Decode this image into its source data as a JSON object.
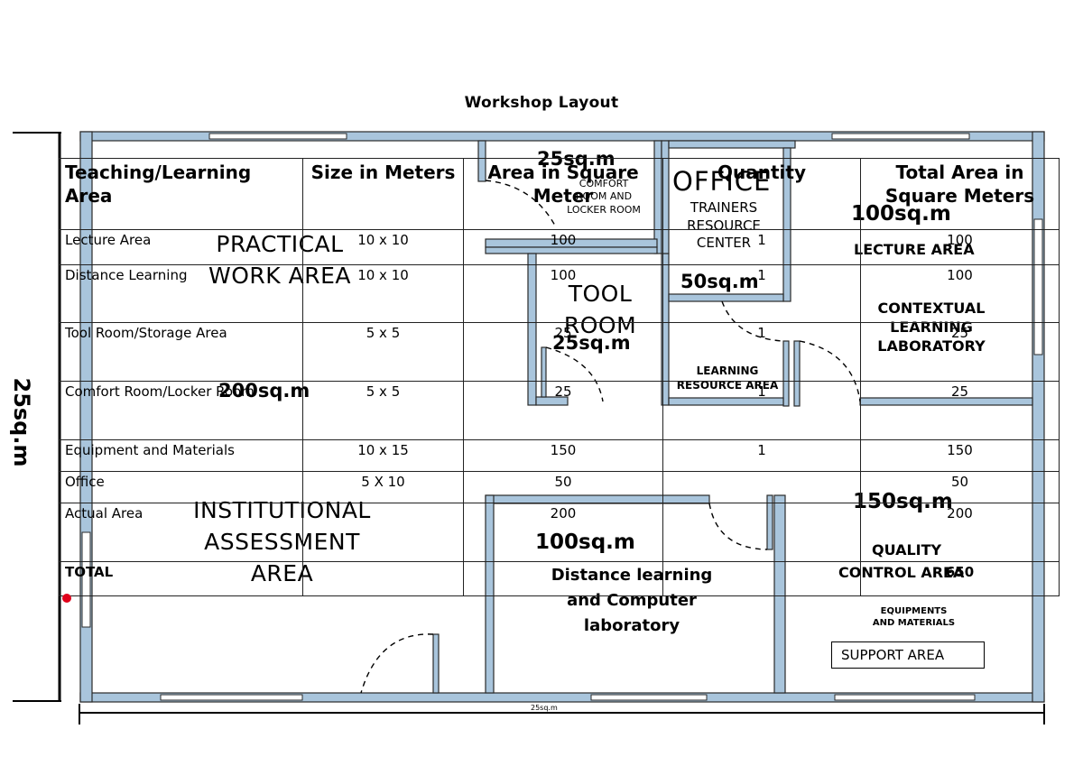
{
  "title": "Workshop Layout",
  "side_dimension": "25sq.m",
  "bottom_dimension": "25sq.m",
  "colors": {
    "wall": "#a9c5dc",
    "wall_outline": "#2a2a2a",
    "marker": "#e0001a"
  },
  "rooms": {
    "practical": {
      "line1": "PRACTICAL",
      "line2": "WORK AREA",
      "area": "200sq.m"
    },
    "comfort": {
      "area": "25sq.m",
      "line1": "COMFORT",
      "line2": "ROOM AND",
      "line3": "LOCKER ROOM"
    },
    "office": {
      "title": "OFFICE",
      "line1": "TRAINERS",
      "line2": "RESOURCE",
      "line3": "CENTER",
      "area": "50sq.m"
    },
    "tool": {
      "line1": "TOOL",
      "line2": "ROOM",
      "area": "25sq.m"
    },
    "learning_resource": {
      "line1": "LEARNING",
      "line2": "RESOURCE AREA"
    },
    "lecture": {
      "area": "100sq.m",
      "name": "LECTURE AREA"
    },
    "contextual": {
      "line1": "CONTEXTUAL",
      "line2": "LEARNING",
      "line3": "LABORATORY"
    },
    "institutional": {
      "line1": "INSTITUTIONAL",
      "line2": "ASSESSMENT",
      "line3": "AREA"
    },
    "distance": {
      "area": "100sq.m",
      "line1": "Distance learning",
      "line2": "and Computer",
      "line3": "laboratory"
    },
    "equipment": {
      "area": "150sq.m",
      "line1": "QUALITY",
      "line2": "CONTROL AREA",
      "line3": "EQUIPMENTS",
      "line4": "AND MATERIALS",
      "support": "SUPPORT AREA"
    }
  },
  "table": {
    "headers": [
      "Teaching/Learning Area",
      "Size in Meters",
      "Area in Square Meter",
      "Quantity",
      "Total Area in Square Meters"
    ],
    "rows": [
      [
        "Lecture Area",
        "10 x 10",
        "100",
        "1",
        "100"
      ],
      [
        "Distance Learning",
        "10 x 10",
        "100",
        "1",
        "100"
      ],
      [
        "Tool Room/Storage Area",
        "5 x 5",
        "25",
        "1",
        "25"
      ],
      [
        "Comfort Room/Locker Room",
        "5 x 5",
        "25",
        "1",
        "25"
      ],
      [
        "Equipment and Materials",
        "10 x 15",
        "150",
        "1",
        "150"
      ],
      [
        "Office",
        "5 X 10",
        "50",
        "",
        "50"
      ],
      [
        "Actual Area",
        "",
        "200",
        "",
        "200"
      ],
      [
        "TOTAL",
        "",
        "",
        "",
        "650"
      ]
    ]
  }
}
